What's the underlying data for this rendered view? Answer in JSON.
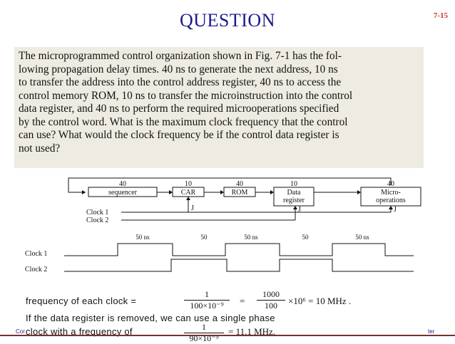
{
  "slide": {
    "title": "QUESTION",
    "page_number": "7-15",
    "footer_left": "Cor",
    "footer_right": "ter"
  },
  "question": {
    "lines": [
      "The microprogrammed control organization shown in Fig. 7-1 has the fol-",
      "lowing propagation delay times. 40 ns to generate the next address, 10 ns",
      "to transfer the address into the control address register, 40 ns to access the",
      "control memory ROM, 10 ns to transfer the microinstruction into the control",
      "data register, and 40 ns to perform the required microoperations specified",
      "by the control word. What is the maximum clock frequency that the control",
      "can use? What would the clock frequency be if the control data register is",
      "not used?"
    ]
  },
  "diagram": {
    "blocks": [
      {
        "delay": "40",
        "label": "sequencer"
      },
      {
        "delay": "10",
        "label": "CAR"
      },
      {
        "delay": "40",
        "label": "ROM"
      },
      {
        "delay": "10",
        "label_line1": "Data",
        "label_line2": "register"
      },
      {
        "delay": "40",
        "label_line1": "Micro-",
        "label_line2": "operations"
      }
    ],
    "clock_input_1": "Clock 1",
    "clock_input_2": "Clock 2",
    "clk_marker": "J",
    "intervals": [
      "50 ns",
      "50",
      "50 ns",
      "50",
      "50 ns"
    ],
    "waveform_1": "Clock 1",
    "waveform_2": "Clock 2"
  },
  "solution": {
    "line1_prefix": "frequency of each clock =",
    "f1_num": "1",
    "f1_den": "100×10⁻⁹",
    "eq1": "=",
    "f2_num": "1000",
    "f2_den": "100",
    "line1_suffix": "×10⁶ = 10 MHz .",
    "line2": "If the data register is removed,  we can use a single phase",
    "line3_prefix": "clock with a frequency of",
    "f3_num": "1",
    "f3_den": "90×10⁻⁹",
    "line3_suffix": "= 11.1 MHz."
  },
  "colors": {
    "title": "#1a1a8c",
    "page_number": "#c0392b",
    "question_background": "#eeebe2",
    "footer_rule": "#7a2f2f"
  }
}
